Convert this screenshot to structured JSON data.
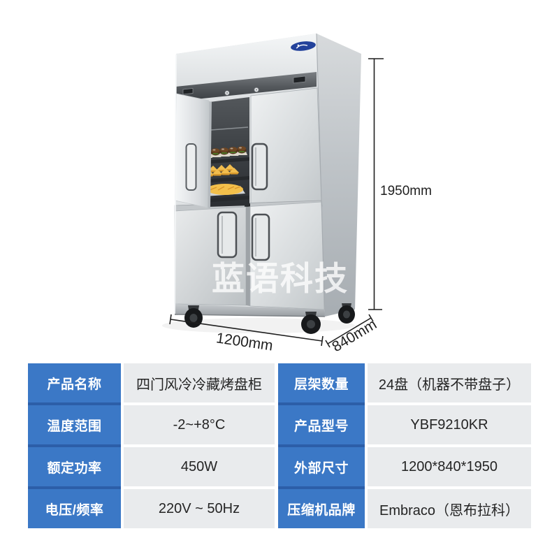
{
  "product_image": {
    "watermark_text": "蓝语科技",
    "brand_logo_color": "#23429b",
    "dimensions": {
      "height": "1950mm",
      "width": "1200mm",
      "depth": "840mm"
    }
  },
  "spec_table": {
    "colors": {
      "label_bg": "#3b78c6",
      "label_divider": "#2c5ea8",
      "value_bg": "#e9ebed",
      "label_text": "#ffffff",
      "value_text": "#242424"
    },
    "left_rows": [
      {
        "label": "产品名称",
        "value": "四门风冷冷藏烤盘柜"
      },
      {
        "label": "温度范围",
        "value": "-2~+8°C"
      },
      {
        "label": "额定功率",
        "value": "450W"
      },
      {
        "label": "电压/频率",
        "value": "220V ~ 50Hz"
      }
    ],
    "right_rows": [
      {
        "label": "层架数量",
        "value": "24盘（机器不带盘子）"
      },
      {
        "label": "产品型号",
        "value": "YBF9210KR"
      },
      {
        "label": "外部尺寸",
        "value": "1200*840*1950"
      },
      {
        "label": "压缩机品牌",
        "value": "Embraco（恩布拉科）"
      }
    ]
  }
}
